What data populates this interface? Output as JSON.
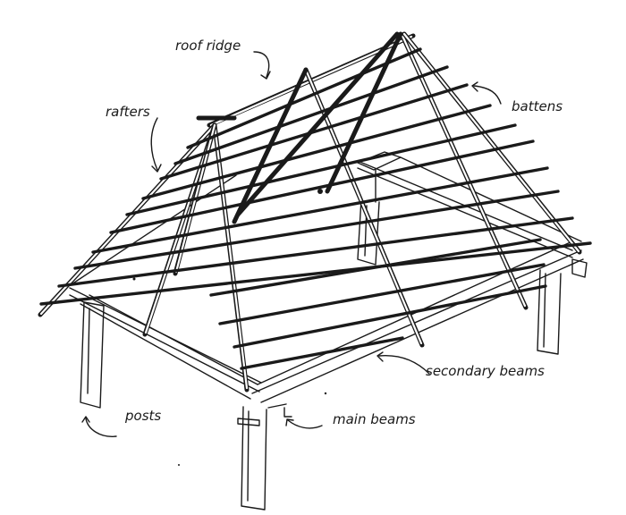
{
  "diagram": {
    "labels": {
      "roof_ridge": "roof ridge",
      "rafters": "rafters",
      "battens": "battens",
      "secondary_beams": "secondary beams",
      "posts": "posts",
      "main_beams": "main beams"
    },
    "colors": {
      "ink": "#1a1a1a",
      "background": "#ffffff"
    }
  }
}
